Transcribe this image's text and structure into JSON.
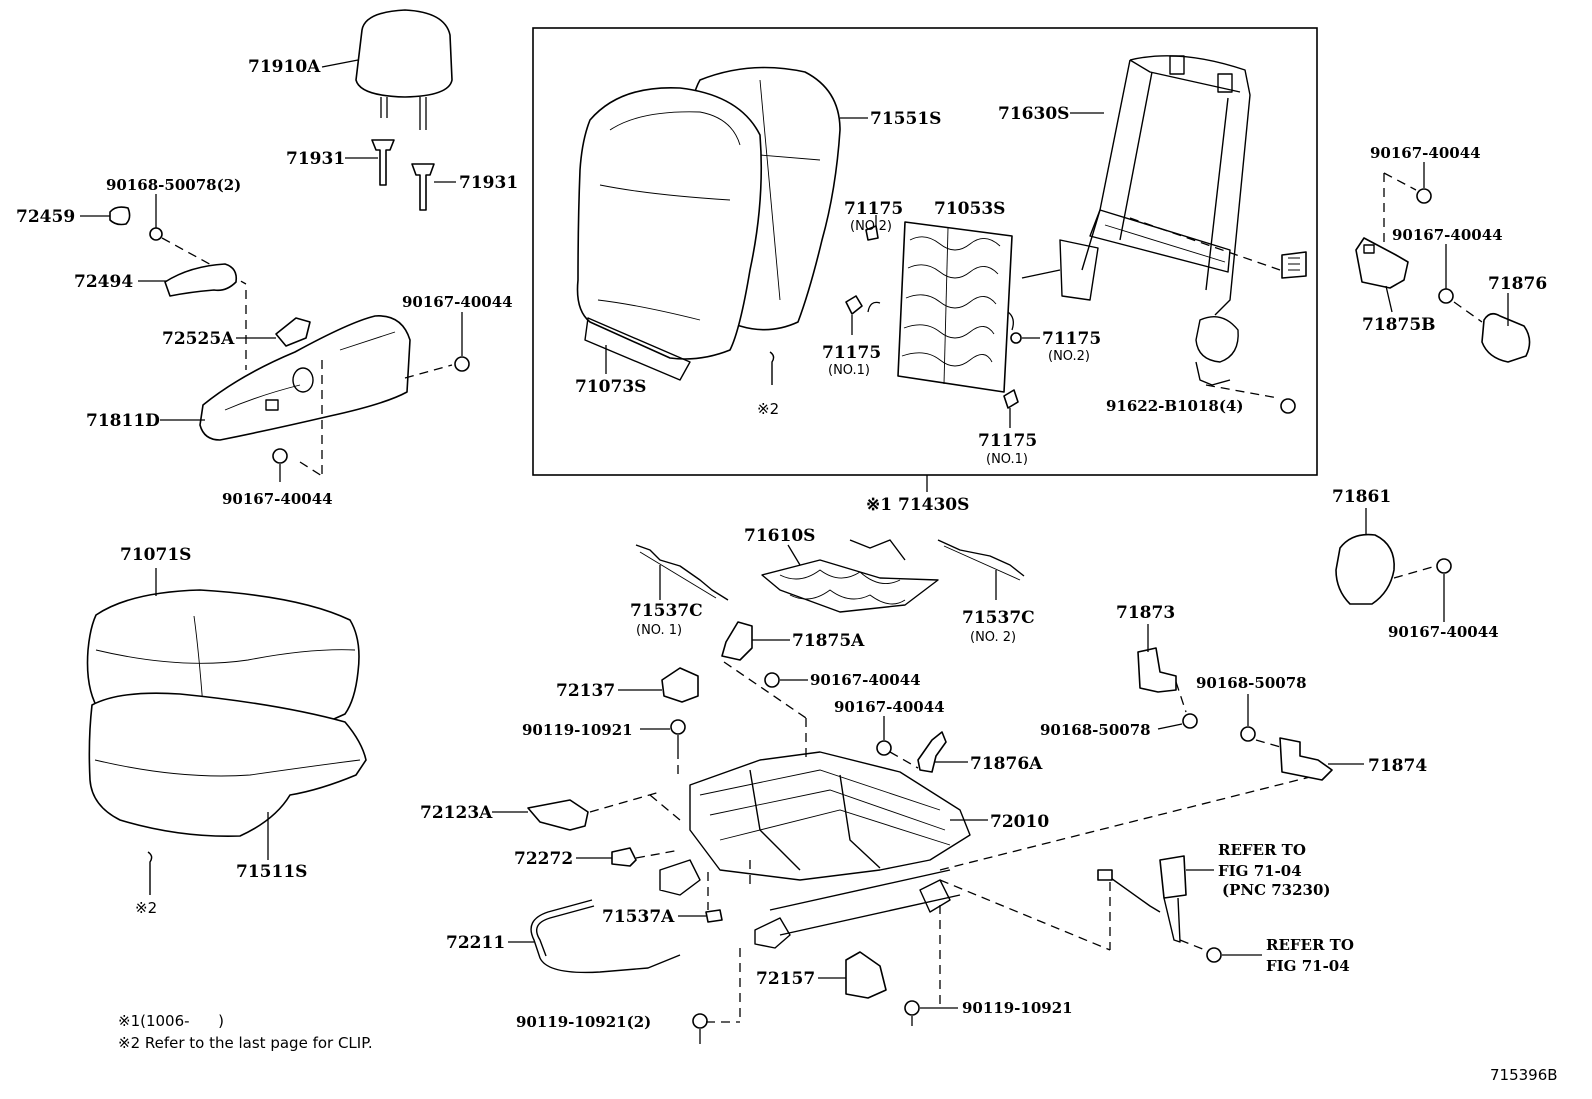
{
  "labels": {
    "headrest": "71910A",
    "support_left": "71931",
    "support_right": "71931",
    "screw_90168_2": "90168-50078(2)",
    "cap_72459": "72459",
    "lever_72494": "72494",
    "knob_72525a": "72525A",
    "shield_71811d": "71811D",
    "screw_90167_shield_r": "90167-40044",
    "screw_90167_shield_b": "90167-40044",
    "back_cover_71551s": "71551S",
    "back_pad_71073s": "71073S",
    "clip_note_back": "※2",
    "hog_71175_no2_a": "71175",
    "hog_71175_no2_a_sub": "(NO.2)",
    "spring_71053s": "71053S",
    "hog_71175_no1_a": "71175",
    "hog_71175_no1_a_sub": "(NO.1)",
    "hog_71175_no2_b": "71175",
    "hog_71175_no2_b_sub": "(NO.2)",
    "hog_71175_no1_b": "71175",
    "hog_71175_no1_b_sub": "(NO.1)",
    "frame_71630s": "71630S",
    "bolt_91622": "91622-B1018(4)",
    "assembly_71430s": "※1 71430S",
    "screw_90167_r1": "90167-40044",
    "screw_90167_r2": "90167-40044",
    "cover_71875b": "71875B",
    "cover_71876": "71876",
    "cushion_cover_71071s": "71071S",
    "cushion_pad_71511s": "71511S",
    "clip_note_cushion": "※2",
    "spring_71610s": "71610S",
    "wire_71537c_no1": "71537C",
    "wire_71537c_no1_sub": "(NO. 1)",
    "wire_71537c_no2": "71537C",
    "wire_71537c_no2_sub": "(NO. 2)",
    "cover_71875a": "71875A",
    "screw_90167_mid": "90167-40044",
    "guide_72137": "72137",
    "bolt_90119_a": "90119-10921",
    "screw_90167_low": "90167-40044",
    "cover_71876a": "71876A",
    "adjuster_72010": "72010",
    "link_72123a": "72123A",
    "bushing_72272": "72272",
    "pad_71537a": "71537A",
    "bar_72211": "72211",
    "cover_72157": "72157",
    "bolt_90119_b": "90119-10921",
    "bolt_90119_c": "90119-10921(2)",
    "cover_71861": "71861",
    "screw_90167_71861": "90167-40044",
    "bracket_71873": "71873",
    "screw_90168_a": "90168-50078",
    "screw_90168_b": "90168-50078",
    "bracket_71874": "71874",
    "refer_1_line1": "REFER TO",
    "refer_1_line2": "FIG 71-04",
    "refer_1_line3": "(PNC 73230)",
    "refer_2_line1": "REFER TO",
    "refer_2_line2": "FIG 71-04"
  },
  "notes": {
    "note1": "※1(1006-      )",
    "note2": "※2 Refer to the last page for CLIP."
  },
  "figure_code": "715396B"
}
